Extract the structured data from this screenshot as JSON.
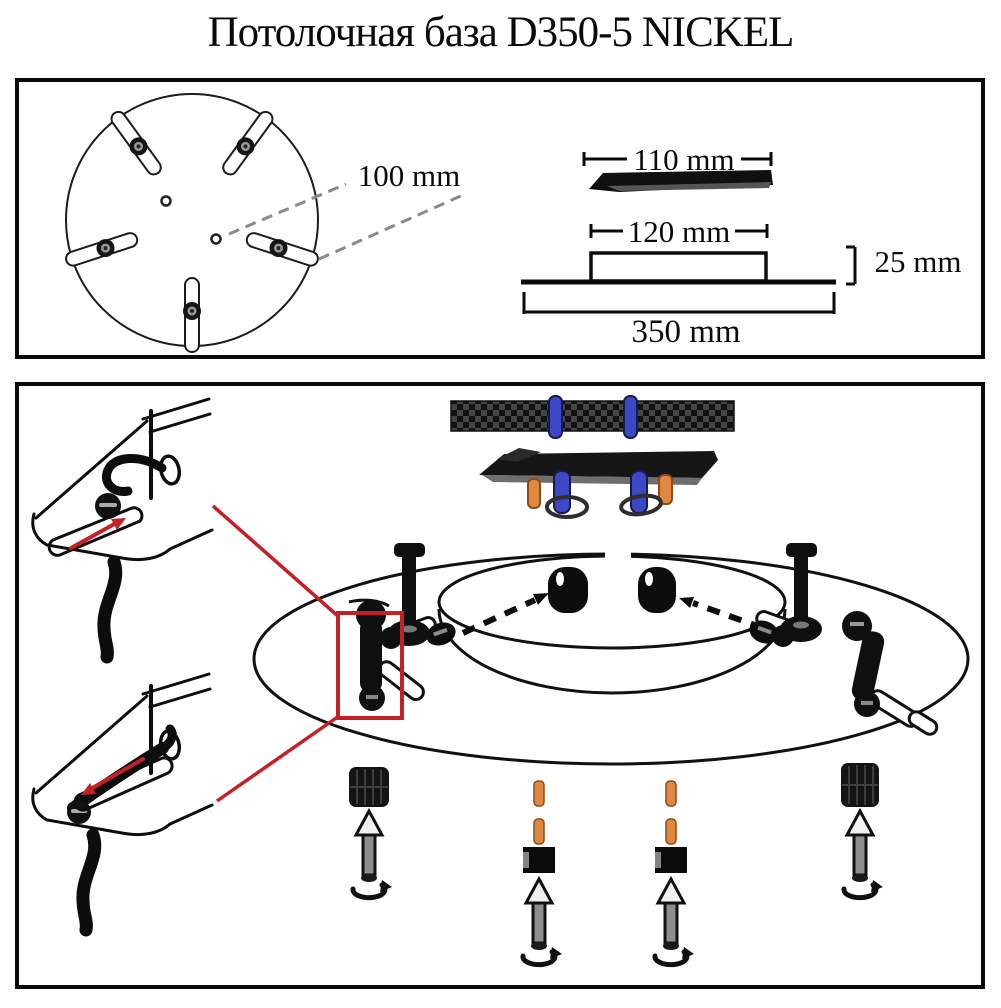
{
  "title": "Потолочная база D350-5 NICKEL",
  "top_panel": {
    "plate_top_view": {
      "hole_spacing_label": "100 mm"
    },
    "side_view": {
      "bracket_width_label": "110 mm",
      "cup_width_label": "120 mm",
      "cup_height_label": "25 mm",
      "base_diameter_label": "350 mm"
    }
  },
  "assembly_panel": {
    "colors": {
      "highlight_red": "#c42127",
      "peg_blue": "#3d49c4",
      "peg_orange": "#e0883f"
    },
    "parts": [
      "ceiling-mounting-bar",
      "cross-bracket",
      "base-ring",
      "center-studs",
      "hanging-studs",
      "keyhole-slot-bolts",
      "knurled-nuts",
      "threaded-rods",
      "square-nuts",
      "arrow-bolts",
      "lock-washers",
      "slot-insertion-details"
    ]
  }
}
